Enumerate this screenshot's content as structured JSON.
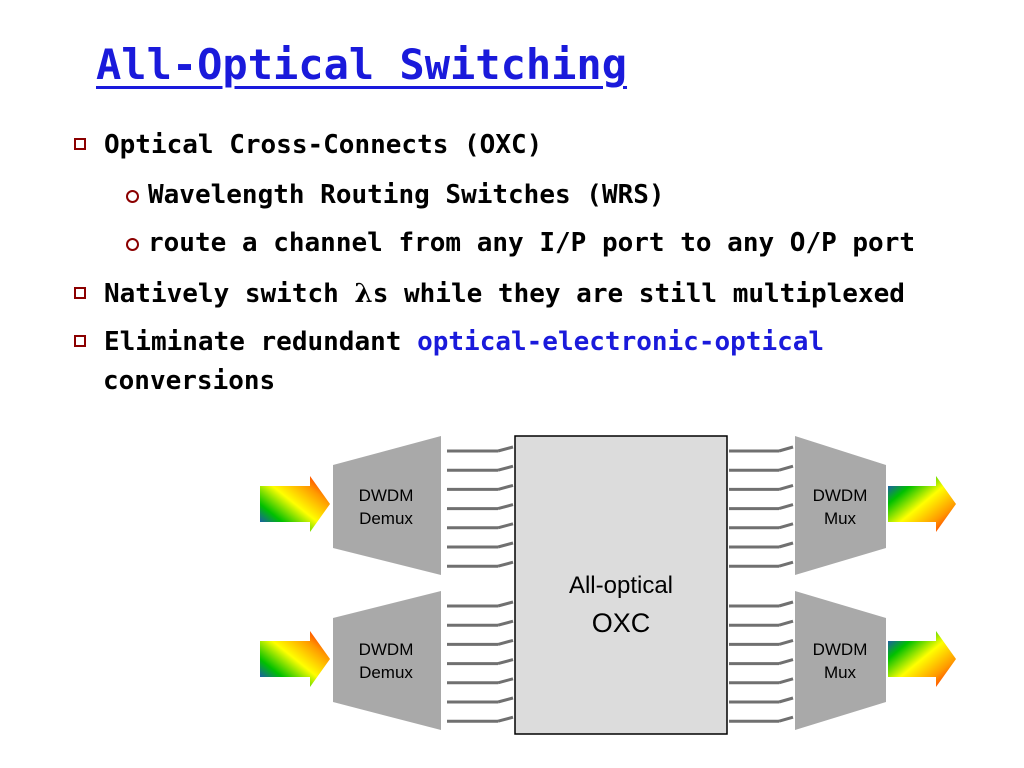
{
  "title": "All-Optical Switching",
  "bullets": {
    "b1": "Optical Cross-Connects (OXC)",
    "b1_sub1": "Wavelength Routing Switches (WRS)",
    "b1_sub2": "route a channel from any I/P port to any O/P port",
    "b2_pre": "Natively switch ",
    "b2_lambda": "λ",
    "b2_post": "s while they are still multiplexed",
    "b3_pre": "Eliminate redundant ",
    "b3_accent": "optical-electronic-optical",
    "b3_cont": "conversions"
  },
  "diagram": {
    "demux_top_line1": "DWDM",
    "demux_top_line2": "Demux",
    "demux_bottom_line1": "DWDM",
    "demux_bottom_line2": "Demux",
    "mux_top_line1": "DWDM",
    "mux_top_line2": "Mux",
    "mux_bottom_line1": "DWDM",
    "mux_bottom_line2": "Mux",
    "oxc_line1": "All-optical",
    "oxc_line2": "OXC",
    "colors": {
      "trapezoid": "#a9a9a9",
      "oxc_box": "#dcdcdc",
      "lines": "#6e6e6e"
    }
  }
}
